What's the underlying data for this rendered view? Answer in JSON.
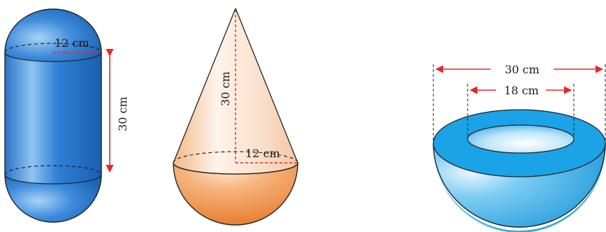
{
  "figures": {
    "capsule": {
      "radius_label": "12 cm",
      "height_label": "30 cm"
    },
    "cone_hemisphere": {
      "height_label": "30 cm",
      "radius_label": "12 cm"
    },
    "hollow_bowl": {
      "outer_diameter_label": "30 cm",
      "inner_diameter_label": "18 cm"
    }
  },
  "colors": {
    "capsule_blue": "#2f7fd4",
    "cone_orange": "#f0a060",
    "bowl_cyan": "#1aa3e6",
    "dimension_red": "#e8262a"
  }
}
